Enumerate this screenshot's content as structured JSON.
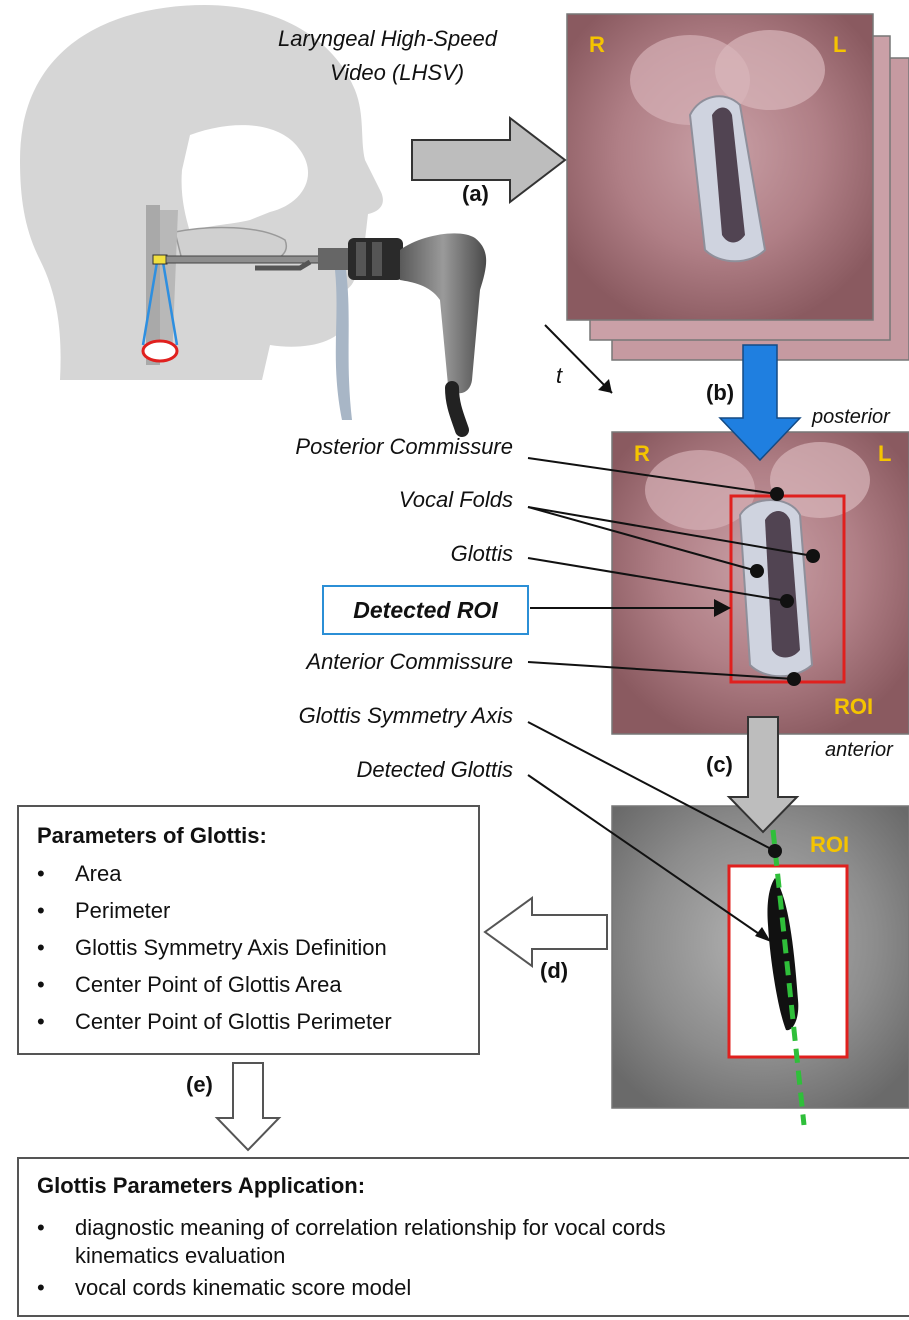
{
  "video_title_line1": "Laryngeal High-Speed",
  "video_title_line2": "Video (LHSV)",
  "frame_labels": {
    "right": "R",
    "left": "L",
    "roi": "ROI"
  },
  "orientation": {
    "posterior": "posterior",
    "anterior": "anterior"
  },
  "time_label": "t",
  "step_labels": {
    "a": "(a)",
    "b": "(b)",
    "c": "(c)",
    "d": "(d)",
    "e": "(e)"
  },
  "annotations": {
    "posterior_commissure": "Posterior Commissure",
    "vocal_folds": "Vocal Folds",
    "glottis": "Glottis",
    "detected_roi": "Detected ROI",
    "anterior_commissure": "Anterior Commissure",
    "glottis_symmetry_axis": "Glottis Symmetry Axis",
    "detected_glottis": "Detected Glottis"
  },
  "parameters_box": {
    "title": "Parameters of Glottis:",
    "bullet": "•",
    "items": [
      "Area",
      "Perimeter",
      "Glottis Symmetry Axis Definition",
      "Center Point of Glottis Area",
      "Center Point of Glottis Perimeter"
    ]
  },
  "application_box": {
    "title": "Glottis Parameters Application:",
    "bullet": "•",
    "item1_line1": "diagnostic meaning of correlation relationship for vocal cords",
    "item1_line2": "kinematics evaluation",
    "item2": "vocal cords kinematic score model"
  },
  "colors": {
    "roi_outline": "#e0201e",
    "label_yellow": "#f5c400",
    "blue_arrow": "#1f7fe0",
    "gray_arrow": "#bdbdbd",
    "symmetry_axis": "#2fbf3a",
    "detected_roi_border": "#2b8fd6"
  }
}
